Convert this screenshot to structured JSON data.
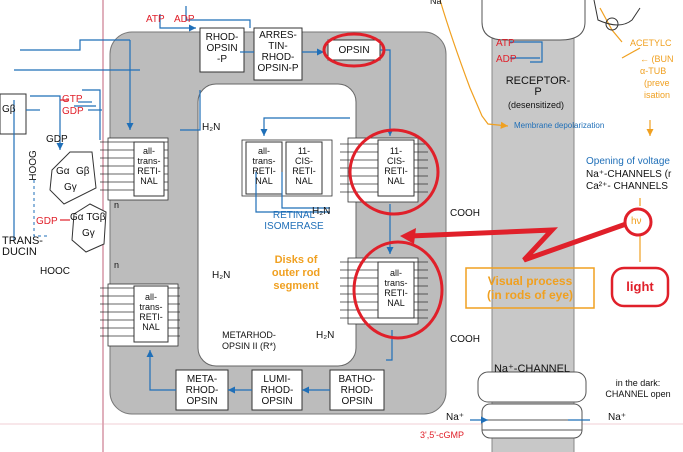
{
  "labels": {
    "atp": "ATP",
    "adp": "ADP",
    "rhodopsin_p": "RHOD-\nOPSIN\n-P",
    "arrestin_rhodopsin_p": "ARRES-\nTIN-\nRHOD-\nOPSIN-P",
    "opsin": "OPSIN",
    "gtp": "GTP",
    "gdp": "GDP",
    "gdp_top": "GDP",
    "gdp_low": "GDP",
    "hoog": "HOOG",
    "hooc": "HOOC",
    "g_alpha": "Gα",
    "g_beta": "Gβ",
    "g_gamma": "Gγ",
    "g_beta_top": "Gβ",
    "g_alpha_t": "Gα T",
    "g_beta_low": "Gβ",
    "g_gamma_low": "Gγ",
    "transducin": "TRANS-\nDUCIN",
    "all_trans_retinal_left": "all-\ntrans-\nRETI-\nNAL",
    "all_trans_retinal_center": "all-\ntrans-\nRETI-\nNAL",
    "cis11_retinal_center": "11-\nCIS-\nRETI-\nNAL",
    "cis11_retinal_right": "11-\nCIS-\nRETI-\nNAL",
    "all_trans_retinal_right": "all-\ntrans-\nRETI-\nNAL",
    "all_trans_retinal_bottom_left": "all-\ntrans-\nRETI-\nNAL",
    "retinal_isomerase": "RETINAL\nISOMERASE",
    "h2n_1": "H₂N",
    "h2n_2": "H₂N",
    "h2n_3": "H₂N",
    "h2n_4": "H₂N",
    "cooh_1": "COOH",
    "cooh_2": "COOH",
    "disks": "Disks of\nouter rod\nsegment",
    "metarhodopsin_ii": "METARHOD-\nOPSIN II (R*)",
    "metarhodopsin": "META-\nRHOD-\nOPSIN",
    "lumirhodopsin": "LUMI-\nRHOD-\nOPSIN",
    "bathorhodopsin": "BATHO-\nRHOD-\nOPSIN",
    "receptor_p": "RECEPTOR-\nP",
    "desensitized": "(desensitized)",
    "atp_right": "ATP",
    "adp_right": "ADP",
    "membrane_depol": "Membrane depolarization",
    "opening_voltage": "Opening of voltage",
    "na_channels": "Na⁺-CHANNELS (r",
    "ca_channels": "Ca²⁺- CHANNELS",
    "acetylc": "ACETYLC",
    "orange_r1": "← (BUN",
    "orange_r2": "α-TUB",
    "orange_r3": "(preve",
    "orange_r4": "isation",
    "hv": "hν",
    "light": "light",
    "visual_process": "Visual process\n(in rods of eye)",
    "na_channel": "Na⁺-CHANNEL",
    "in_the_dark": "in the dark:\nCHANNEL open",
    "na_plus_1": "Na⁺",
    "na_plus_2": "Na⁺",
    "cgmp": "3',5'-cGMP",
    "n_subscript_1": "n",
    "n_subscript_2": "n",
    "nat_top": "Na"
  },
  "colors": {
    "red": "#e0202a",
    "blue": "#1f6fb8",
    "orange": "#f0a020",
    "gray_panel": "#bcbcbc",
    "right_panel": "#c8c8c8"
  }
}
